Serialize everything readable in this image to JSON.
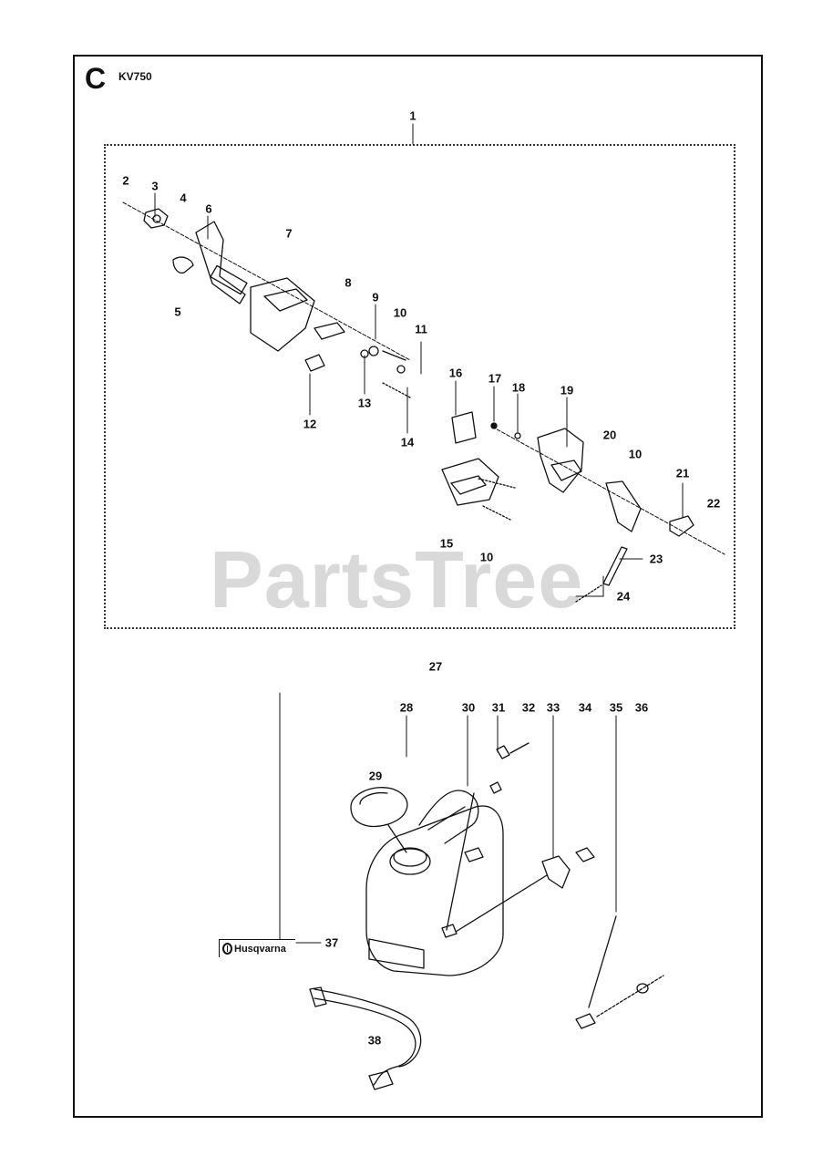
{
  "header": {
    "section_letter": "C",
    "model": "KV750"
  },
  "watermark": "PartsTree",
  "brand_logo_text": "Husqvarna",
  "callouts": [
    {
      "key": "c1",
      "label": "1"
    },
    {
      "key": "c2",
      "label": "2"
    },
    {
      "key": "c3",
      "label": "3"
    },
    {
      "key": "c4",
      "label": "4"
    },
    {
      "key": "c5",
      "label": "5"
    },
    {
      "key": "c6",
      "label": "6"
    },
    {
      "key": "c7",
      "label": "7"
    },
    {
      "key": "c8",
      "label": "8"
    },
    {
      "key": "c9",
      "label": "9"
    },
    {
      "key": "c10a",
      "label": "10"
    },
    {
      "key": "c11",
      "label": "11"
    },
    {
      "key": "c12",
      "label": "12"
    },
    {
      "key": "c13",
      "label": "13"
    },
    {
      "key": "c14",
      "label": "14"
    },
    {
      "key": "c15",
      "label": "15"
    },
    {
      "key": "c16",
      "label": "16"
    },
    {
      "key": "c17",
      "label": "17"
    },
    {
      "key": "c18",
      "label": "18"
    },
    {
      "key": "c19",
      "label": "19"
    },
    {
      "key": "c20",
      "label": "20"
    },
    {
      "key": "c10b",
      "label": "10"
    },
    {
      "key": "c21",
      "label": "21"
    },
    {
      "key": "c22",
      "label": "22"
    },
    {
      "key": "c10c",
      "label": "10"
    },
    {
      "key": "c23",
      "label": "23"
    },
    {
      "key": "c24",
      "label": "24"
    },
    {
      "key": "c27",
      "label": "27"
    },
    {
      "key": "c28",
      "label": "28"
    },
    {
      "key": "c29",
      "label": "29"
    },
    {
      "key": "c30",
      "label": "30"
    },
    {
      "key": "c31",
      "label": "31"
    },
    {
      "key": "c32",
      "label": "32"
    },
    {
      "key": "c33",
      "label": "33"
    },
    {
      "key": "c34",
      "label": "34"
    },
    {
      "key": "c35",
      "label": "35"
    },
    {
      "key": "c36",
      "label": "36"
    },
    {
      "key": "c37",
      "label": "37"
    },
    {
      "key": "c38",
      "label": "38"
    }
  ]
}
